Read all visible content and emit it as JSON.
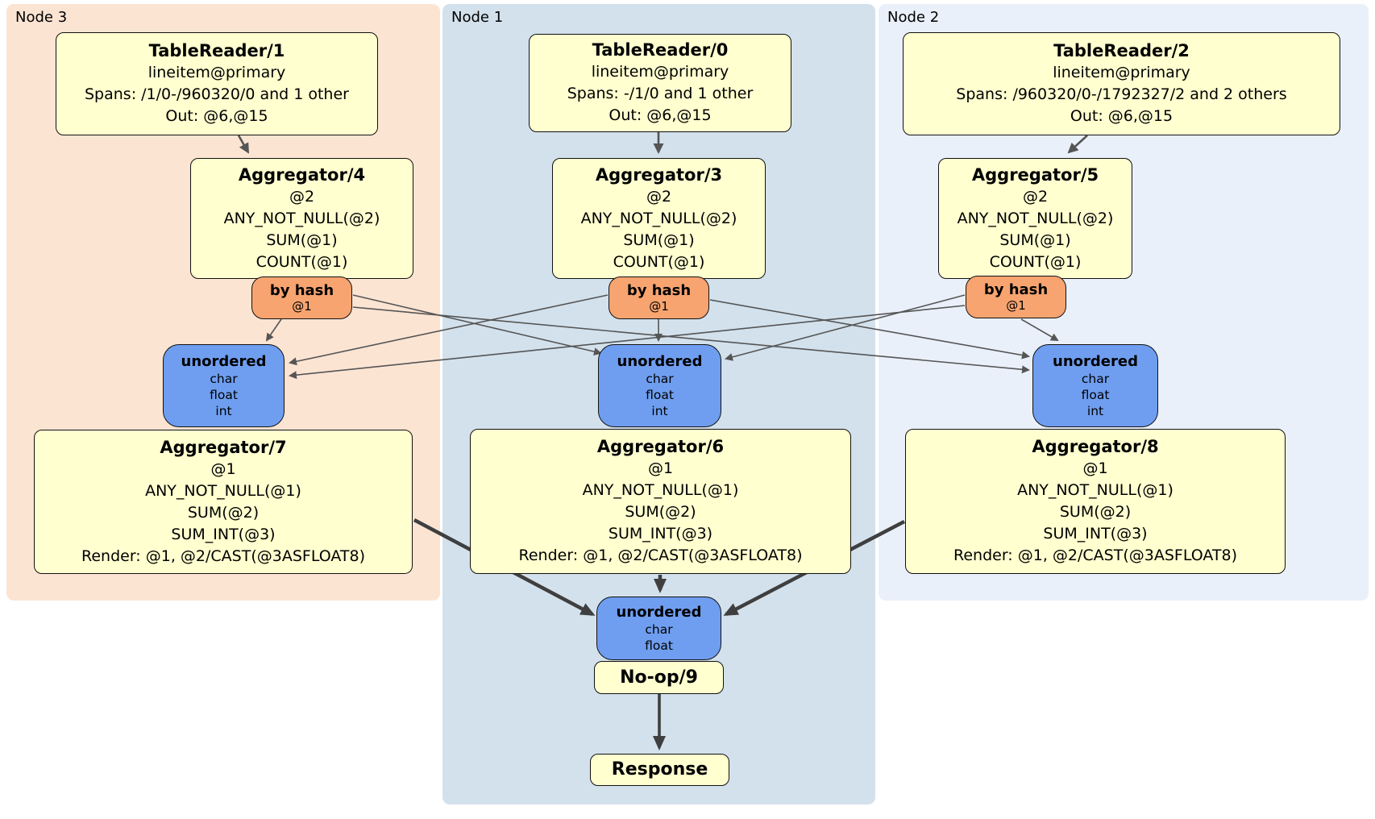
{
  "diagram_type": "distsql-plan",
  "colors": {
    "node3_bg": "#fce4d3",
    "node1_bg": "#d3e1ec",
    "node2_bg": "#eaf0fa",
    "processor_bg": "#ffffd0",
    "router_bg": "#f7a470",
    "sync_bg": "#6f9ef0",
    "edge_thin": "#555555",
    "edge_thick": "#3f3f3f"
  },
  "regions": {
    "node3": {
      "label": "Node 3"
    },
    "node1": {
      "label": "Node 1"
    },
    "node2": {
      "label": "Node 2"
    }
  },
  "boxes": {
    "tr1": {
      "title": "TableReader/1",
      "lines": [
        "lineitem@primary",
        "Spans: /1/0-/960320/0 and 1 other",
        "Out: @6,@15"
      ]
    },
    "tr0": {
      "title": "TableReader/0",
      "lines": [
        "lineitem@primary",
        "Spans: -/1/0 and 1 other",
        "Out: @6,@15"
      ]
    },
    "tr2": {
      "title": "TableReader/2",
      "lines": [
        "lineitem@primary",
        "Spans: /960320/0-/1792327/2 and 2 others",
        "Out: @6,@15"
      ]
    },
    "agg4": {
      "title": "Aggregator/4",
      "lines": [
        "@2",
        "ANY_NOT_NULL(@2)",
        "SUM(@1)",
        "COUNT(@1)"
      ]
    },
    "agg3": {
      "title": "Aggregator/3",
      "lines": [
        "@2",
        "ANY_NOT_NULL(@2)",
        "SUM(@1)",
        "COUNT(@1)"
      ]
    },
    "agg5": {
      "title": "Aggregator/5",
      "lines": [
        "@2",
        "ANY_NOT_NULL(@2)",
        "SUM(@1)",
        "COUNT(@1)"
      ]
    },
    "hash3": {
      "title": "by hash",
      "lines": [
        "@1"
      ]
    },
    "hash1": {
      "title": "by hash",
      "lines": [
        "@1"
      ]
    },
    "hash2": {
      "title": "by hash",
      "lines": [
        "@1"
      ]
    },
    "sync3": {
      "title": "unordered",
      "lines": [
        "char",
        "float",
        "int"
      ]
    },
    "sync1": {
      "title": "unordered",
      "lines": [
        "char",
        "float",
        "int"
      ]
    },
    "sync2": {
      "title": "unordered",
      "lines": [
        "char",
        "float",
        "int"
      ]
    },
    "agg7": {
      "title": "Aggregator/7",
      "lines": [
        "@1",
        "ANY_NOT_NULL(@1)",
        "SUM(@2)",
        "SUM_INT(@3)",
        "Render: @1, @2/CAST(@3ASFLOAT8)"
      ]
    },
    "agg6": {
      "title": "Aggregator/6",
      "lines": [
        "@1",
        "ANY_NOT_NULL(@1)",
        "SUM(@2)",
        "SUM_INT(@3)",
        "Render: @1, @2/CAST(@3ASFLOAT8)"
      ]
    },
    "agg8": {
      "title": "Aggregator/8",
      "lines": [
        "@1",
        "ANY_NOT_NULL(@1)",
        "SUM(@2)",
        "SUM_INT(@3)",
        "Render: @1, @2/CAST(@3ASFLOAT8)"
      ]
    },
    "syncFinal": {
      "title": "unordered",
      "lines": [
        "char",
        "float"
      ]
    },
    "noop": {
      "title": "No-op/9"
    },
    "response": {
      "title": "Response"
    }
  }
}
